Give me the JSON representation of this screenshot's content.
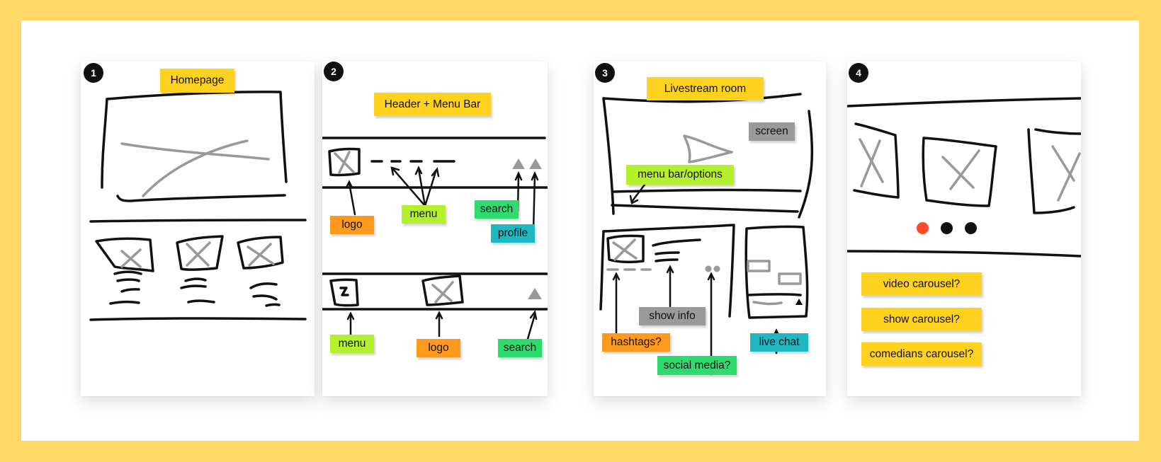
{
  "colors": {
    "frame": "#FFD865",
    "yellow": "#FFD21F",
    "orange": "#FF9A1F",
    "lime": "#B5F02E",
    "green": "#2EDB6E",
    "teal": "#1FB8C0",
    "gray": "#9A9A9A",
    "dot_active": "#FF4A26"
  },
  "panels": [
    {
      "number": "1",
      "notes": {
        "title": "Homepage"
      }
    },
    {
      "number": "2",
      "notes": {
        "title": "Header + Menu Bar",
        "logo": "logo",
        "menu": "menu",
        "search": "search",
        "profile": "profile",
        "menu2": "menu",
        "logo2": "logo",
        "search2": "search"
      }
    },
    {
      "number": "3",
      "notes": {
        "title": "Livestream room",
        "screen": "screen",
        "menu_bar": "menu bar/options",
        "show_info": "show info",
        "hashtags": "hashtags?",
        "live_chat": "live chat",
        "social_media": "social media?"
      }
    },
    {
      "number": "4",
      "notes": {
        "video": "video carousel?",
        "show": "show carousel?",
        "comedians": "comedians carousel?"
      },
      "carousel_dots": {
        "count": 3,
        "active": 1
      }
    }
  ]
}
